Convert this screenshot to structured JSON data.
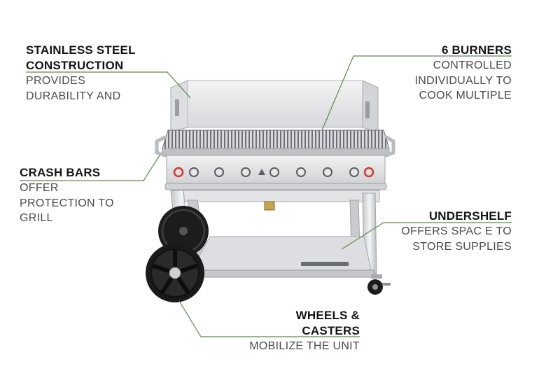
{
  "callouts": {
    "steel": {
      "title_line1": "STAINLESS STEEL",
      "title_line2": "CONSTRUCTION",
      "body_line1": "PROVIDES",
      "body_line2": "DURABILITY AND"
    },
    "crash": {
      "title": "CRASH BARS",
      "body_line1": "OFFER",
      "body_line2": "PROTECTION TO",
      "body_line3": "GRILL"
    },
    "burners": {
      "title": "6 BURNERS",
      "body_line1": "CONTROLLED",
      "body_line2": "INDIVIDUALLY TO",
      "body_line3": "COOK MULTIPLE"
    },
    "shelf": {
      "title": "UNDERSHELF",
      "body_line1": "OFFERS SPAC E TO",
      "body_line2": "STORE SUPPLIES"
    },
    "wheels": {
      "title_line1": "WHEELS &",
      "title_line2": "CASTERS",
      "body": "MOBILIZE THE UNIT"
    }
  },
  "colors": {
    "leader_line": "#5c8a4a",
    "steel_light": "#e9eaec",
    "steel_mid": "#c9cbce",
    "steel_dark": "#8d9094",
    "wheel": "#1c1c1c",
    "knob_red": "#d23a2a"
  }
}
